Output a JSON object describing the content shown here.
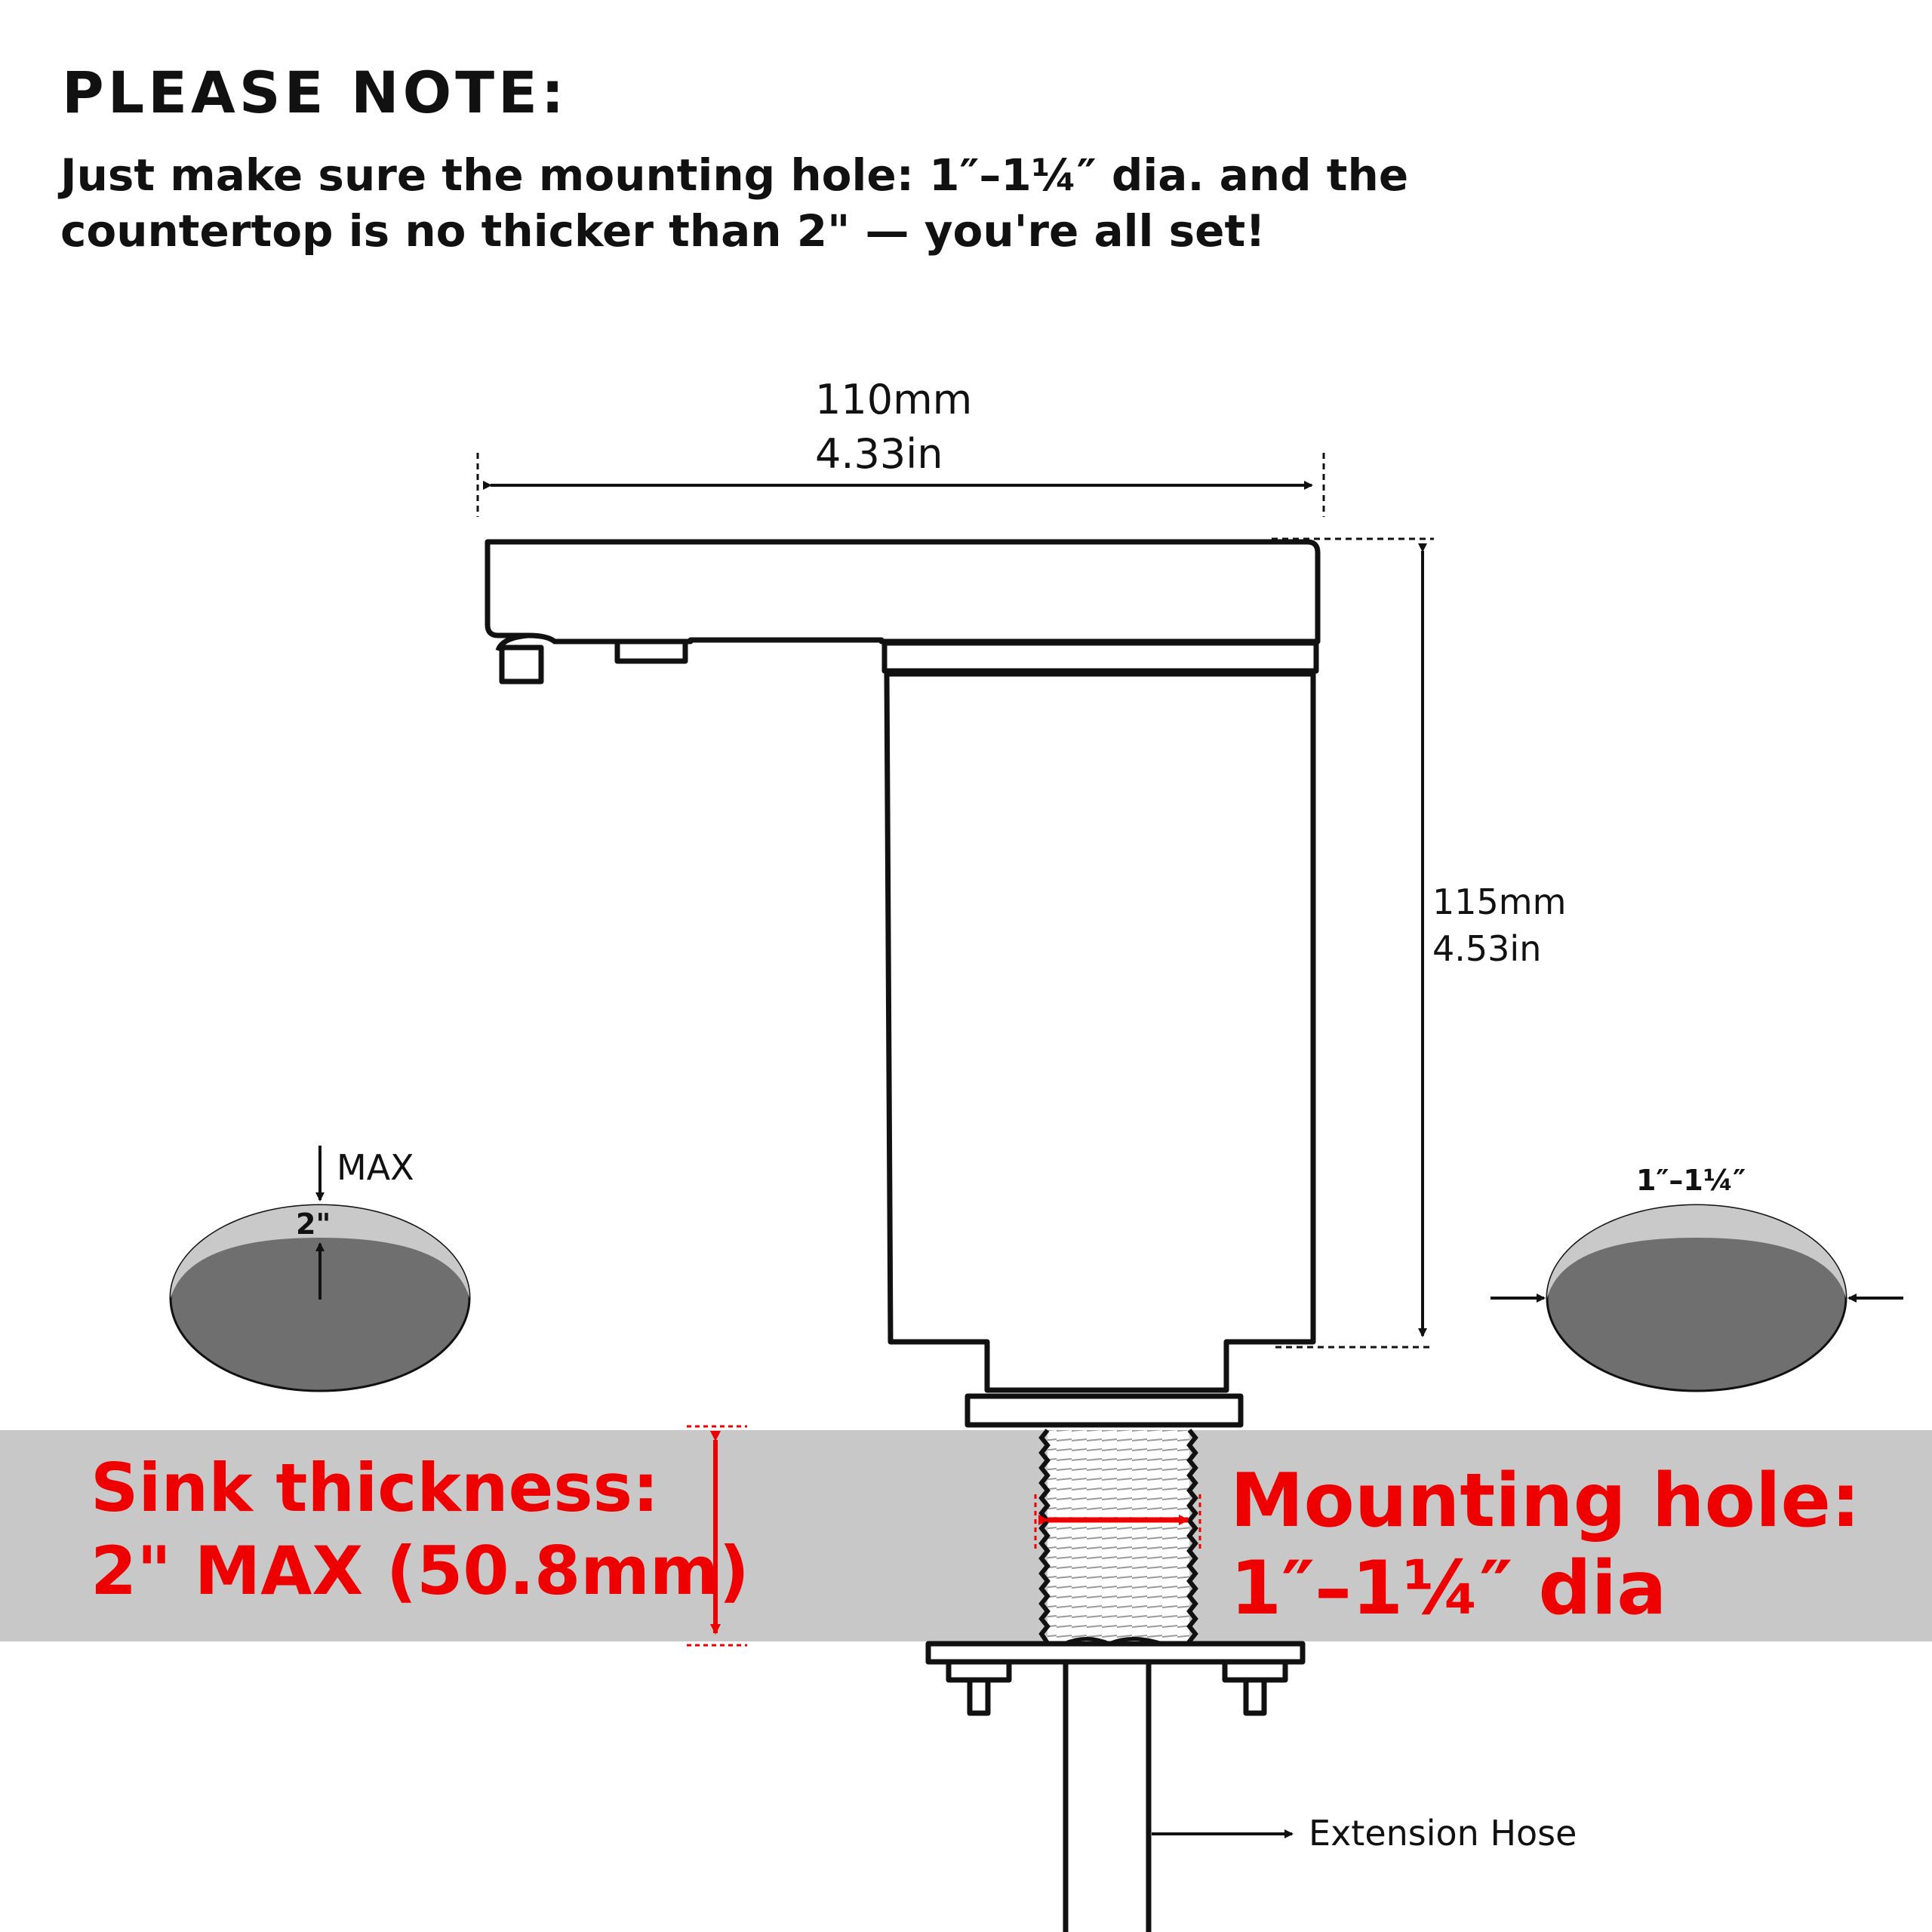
{
  "header": {
    "title": "PLEASE NOTE:",
    "note_line_1": "Just make sure the mounting hole: 1″–1¼″ dia. and the",
    "note_line_2": "countertop is no thicker than  2\" — you're all set!"
  },
  "dimensions": {
    "width_mm": "110mm",
    "width_in": "4.33in",
    "height_mm": "115mm",
    "height_in": "4.53in"
  },
  "thickness_detail": {
    "max_label": "MAX",
    "value_label": "2\""
  },
  "diameter_detail": {
    "label": "1″–1¼″"
  },
  "sink": {
    "thickness_line_1": "Sink thickness:",
    "thickness_line_2": "2\" MAX (50.8mm)",
    "hole_line_1": "Mounting hole:",
    "hole_line_2": "1″–1¼″ dia"
  },
  "hose": {
    "label": "Extension Hose"
  },
  "colors": {
    "accent_red": "#ee0000",
    "countertop_gray": "#c8c8c8",
    "hole_dark": "#6f6f6f",
    "hole_rim": "#c9c9c9",
    "outline": "#111111"
  }
}
